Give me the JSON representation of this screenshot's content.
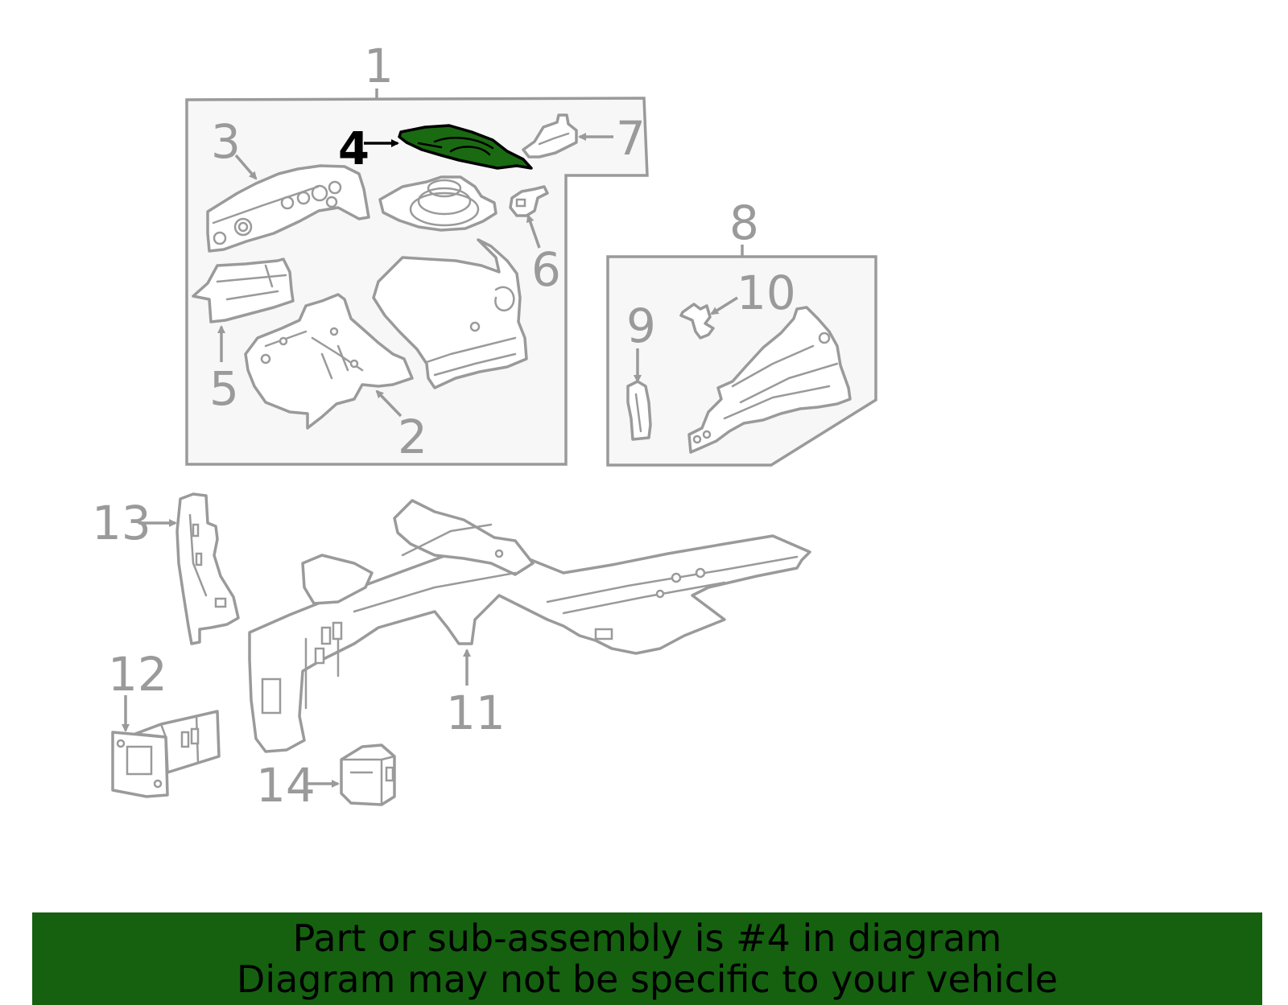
{
  "diagram": {
    "callouts": {
      "c1": "1",
      "c2": "2",
      "c3": "3",
      "c4": "4",
      "c5": "5",
      "c6": "6",
      "c7": "7",
      "c8": "8",
      "c9": "9",
      "c10": "10",
      "c11": "11",
      "c12": "12",
      "c13": "13",
      "c14": "14"
    },
    "highlighted_part": "4",
    "colors": {
      "highlight_fill": "#1a6a12",
      "line_gray": "#9a9a9a",
      "group_box_fill": "#f7f7f7",
      "banner_background": "#156110"
    }
  },
  "banner": {
    "line1": "Part or sub-assembly is #4 in diagram",
    "line2": "Diagram may not be specific to your vehicle"
  }
}
